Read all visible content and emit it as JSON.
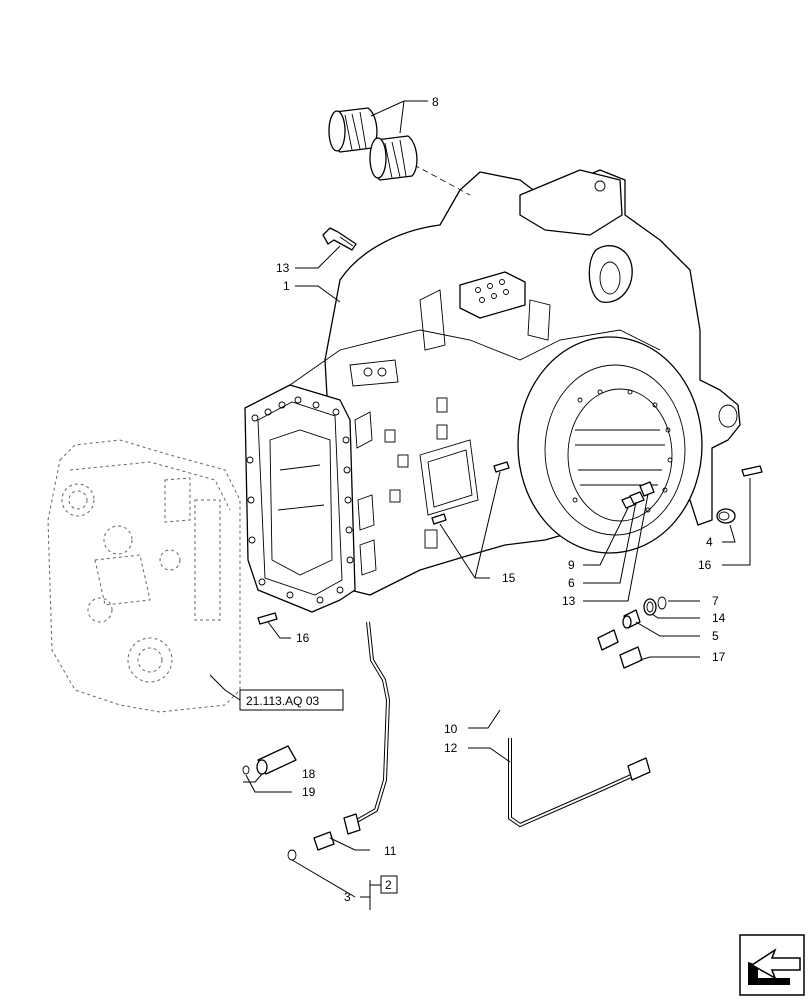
{
  "callouts": {
    "c1": "1",
    "c2": "2",
    "c3": "3",
    "c4": "4",
    "c5": "5",
    "c6": "6",
    "c7": "7",
    "c8": "8",
    "c9": "9",
    "c10": "10",
    "c11": "11",
    "c12": "12",
    "c13a": "13",
    "c13b": "13",
    "c14": "14",
    "c15": "15",
    "c16a": "16",
    "c16b": "16",
    "c17": "17",
    "c18": "18",
    "c19": "19"
  },
  "reference": "21.113.AQ 03",
  "nav_icon": "next-page-arrow-icon"
}
